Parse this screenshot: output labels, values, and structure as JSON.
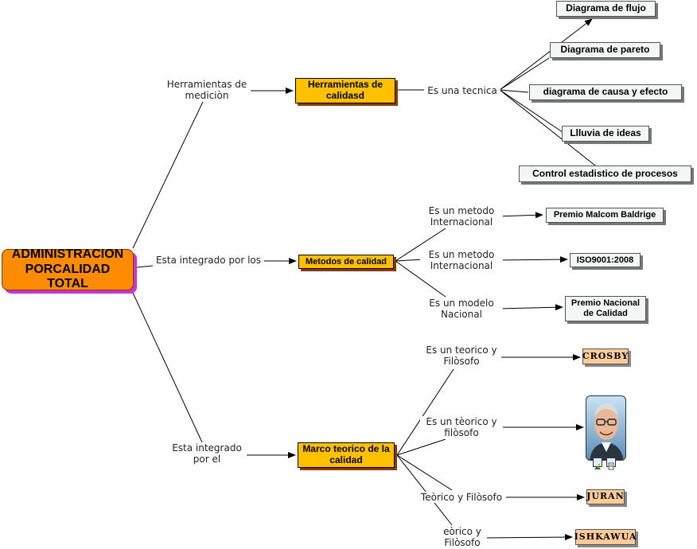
{
  "root": "ADMINISTRACION PORCALIDAD TOTAL",
  "links": {
    "herramientas_medicion": "Herramientas de mediciòn",
    "integrado_por_los": "Esta integrado por los",
    "integrado_por_el": "Esta integrado por el",
    "es_una_tecnica": "Es una tecnica",
    "metodo_internacional_1": "Es un metodo Internacional",
    "metodo_internacional_2": "Es un metodo Internacional",
    "modelo_nacional": "Es un modelo Nacional",
    "teorico_filosofo_1": "Es un teorico y Filòsofo",
    "teorico_filosofo_2": "Es un  tèorico y filòsofo",
    "teorico_filosofo_3": "Teòrico y Filòsofo",
    "teorico_filosofo_4": "eòrico y Filòsofo"
  },
  "concepts": {
    "herramientas_calidad": "Herramientas de calidasd",
    "metodos_calidad": "Metodos de calidad",
    "marco_teorico": "Marco teorico de la calidad",
    "diagrama_flujo": "Diagrama de flujo",
    "diagrama_pareto": "Diagrama de pareto",
    "diagrama_causa_efecto": "diagrama de causa y efecto",
    "lluvia_ideas": "Llluvia de ideas",
    "control_estadistico": "Control estadistico de procesos",
    "premio_malcom": "Premio Malcom Baldrige",
    "iso": "ISO9001:2008",
    "premio_nacional": "Premio Nacional de Calidad",
    "crosby": "CROSBY",
    "juran": "JURAN",
    "ishikawa": "ISHKAWUA"
  },
  "colors": {
    "root_fill": "#ff8c00",
    "root_shadow": "#cc33cc",
    "category_fill": "#ffc000",
    "leaf_fill": "#f4f6f6",
    "person_fill": "#ffcc99"
  }
}
